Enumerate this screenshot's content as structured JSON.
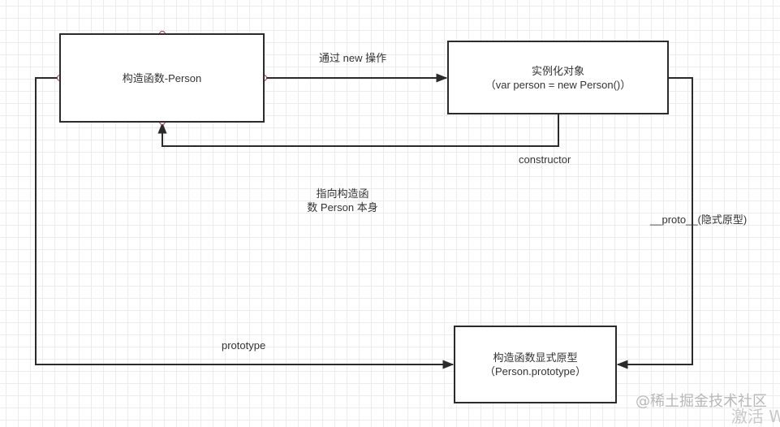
{
  "diagram": {
    "nodes": {
      "constructor_fn": {
        "label": "构造函数-Person"
      },
      "instance": {
        "line1": "实例化对象",
        "line2": "（var person = new Person()）"
      },
      "prototype_obj": {
        "line1": "构造函数显式原型",
        "line2": "（Person.prototype）"
      }
    },
    "edges": {
      "new_op": {
        "label": "通过 new 操作",
        "from": "constructor_fn",
        "to": "instance"
      },
      "constructor": {
        "label": "constructor",
        "from": "instance",
        "to": "constructor_fn"
      },
      "proto": {
        "label": "__proto__(隐式原型)",
        "from": "instance",
        "to": "prototype_obj"
      },
      "prototype": {
        "label": "prototype",
        "from": "constructor_fn",
        "to": "prototype_obj"
      }
    },
    "annotation": {
      "line1": "指向构造函",
      "line2": "数 Person 本身"
    }
  },
  "watermark": {
    "text": "@稀土掘金技术社区",
    "activate_text": "激活 W"
  },
  "colors": {
    "line": "#2b2b2b",
    "connection_point": "#a0304a",
    "grid": "#ececec"
  }
}
